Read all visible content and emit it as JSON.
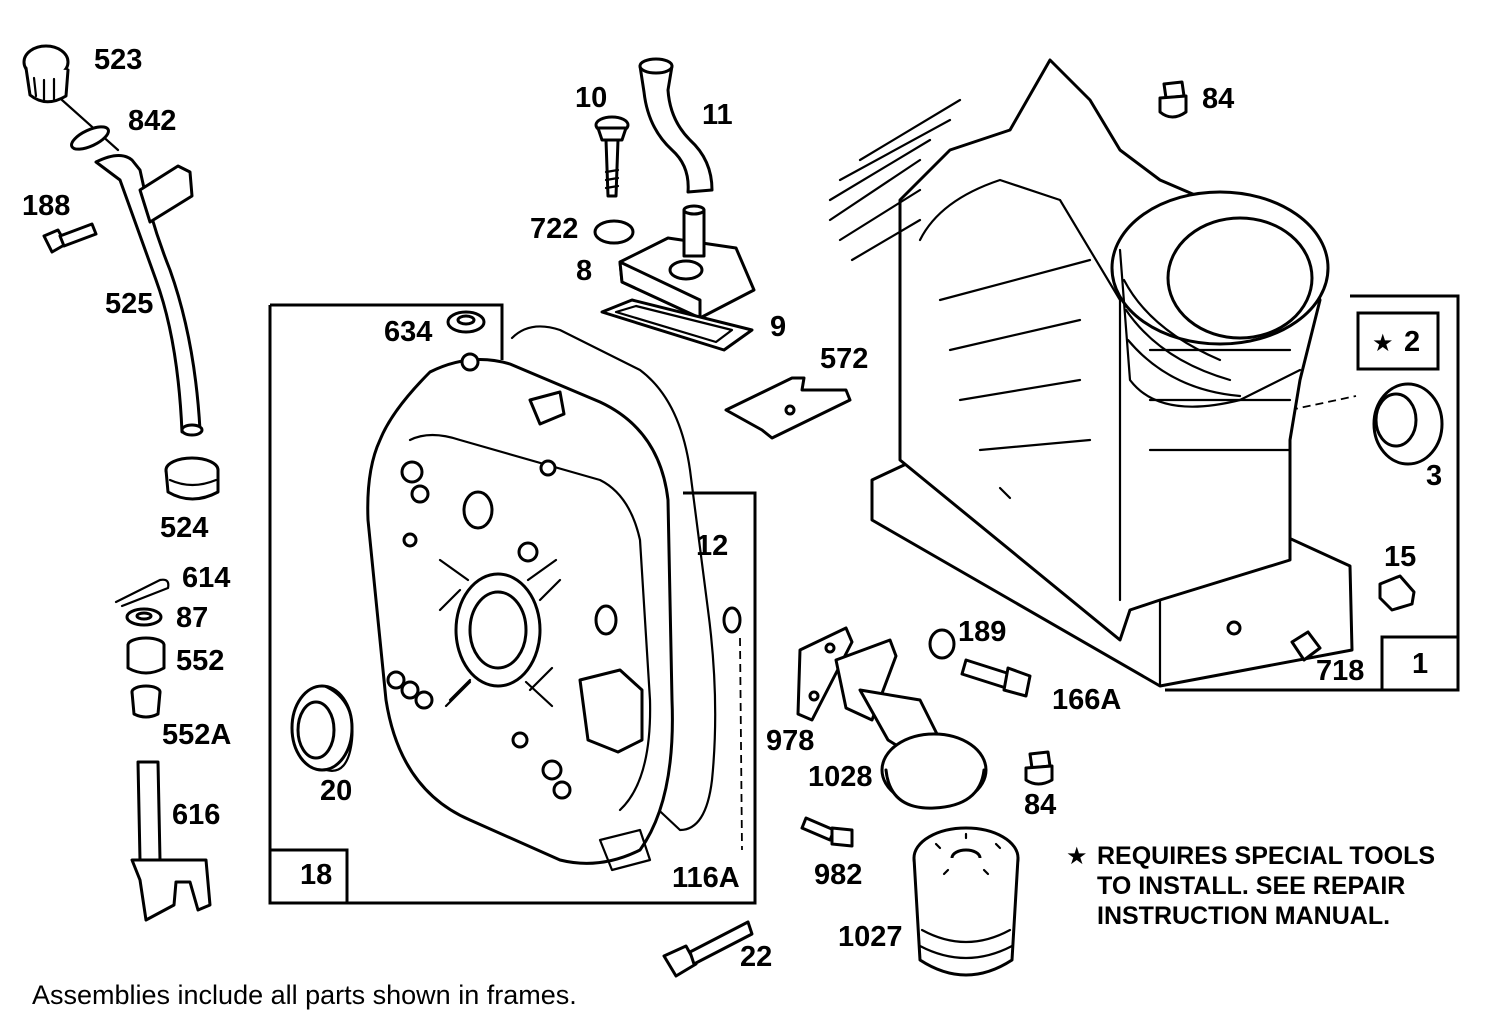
{
  "labels": {
    "p523": "523",
    "p842": "842",
    "p188": "188",
    "p525": "525",
    "p524": "524",
    "p614": "614",
    "p87": "87",
    "p552": "552",
    "p552a": "552A",
    "p616": "616",
    "p10": "10",
    "p11": "11",
    "p722": "722",
    "p8": "8",
    "p9": "9",
    "p634": "634",
    "p572": "572",
    "p12": "12",
    "p116a": "116A",
    "p18": "18",
    "p20": "20",
    "p22": "22",
    "p84top": "84",
    "p2": "2",
    "p3": "3",
    "p15": "15",
    "p718": "718",
    "p1": "1",
    "p189": "189",
    "p166a": "166A",
    "p978": "978",
    "p1028": "1028",
    "p84bot": "84",
    "p982": "982",
    "p1027": "1027"
  },
  "note": {
    "star": "★",
    "line1": "REQUIRES SPECIAL TOOLS",
    "line2": "TO INSTALL.  SEE REPAIR",
    "line3": "INSTRUCTION MANUAL."
  },
  "footer": "Assemblies include all parts shown in frames.",
  "star_badge": "★"
}
